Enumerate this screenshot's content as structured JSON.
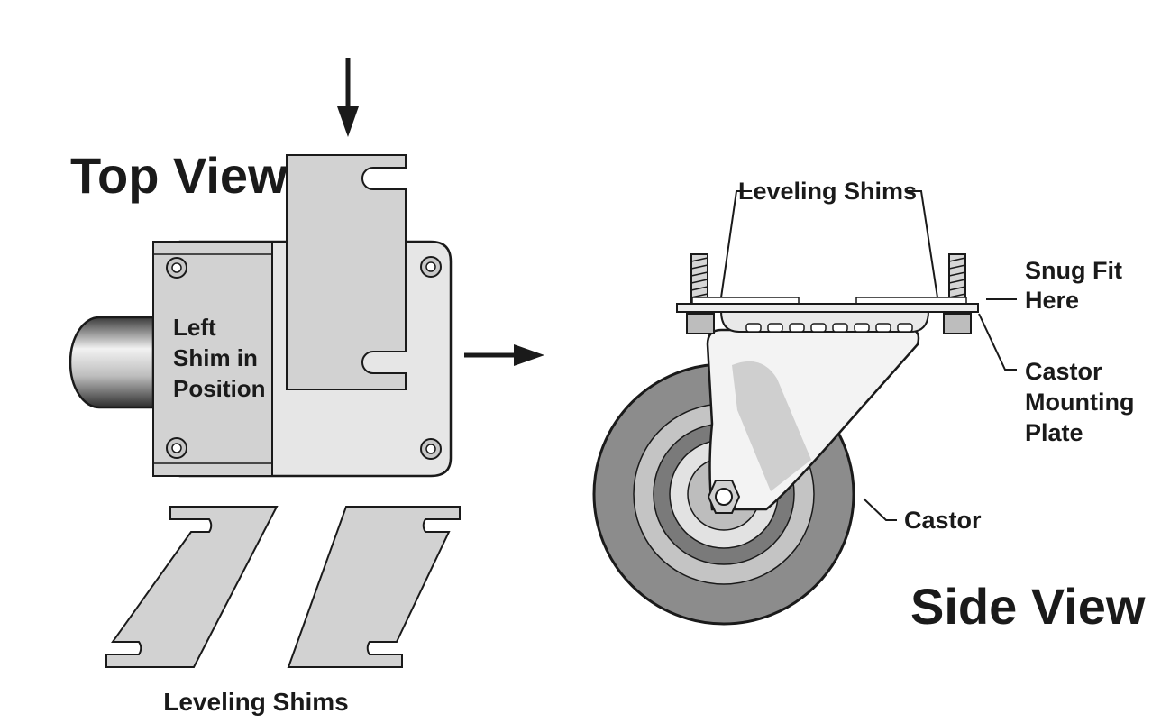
{
  "top_view": {
    "title": "Top View",
    "left_shim_label": [
      "Left",
      "Shim in",
      "Position"
    ],
    "bottom_label": "Leveling Shims"
  },
  "side_view": {
    "title": "Side View",
    "leveling_shims_label": "Leveling Shims",
    "snug_fit_label": [
      "Snug Fit",
      "Here"
    ],
    "mounting_plate_label": [
      "Castor",
      "Mounting",
      "Plate"
    ],
    "castor_label": "Castor"
  },
  "colors": {
    "ink": "#1a1a1a",
    "shim_fill": "#d4d4d4",
    "plate_fill": "#e6e6e6",
    "wheel_dark": "#8c8c8c",
    "wheel_mid": "#b8b8b8"
  }
}
